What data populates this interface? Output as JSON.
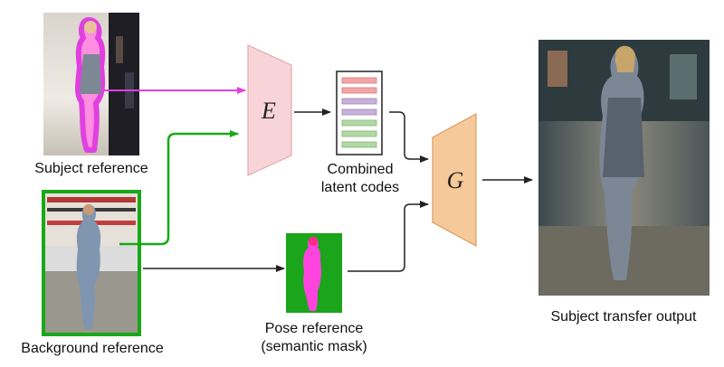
{
  "nodes": {
    "subject_reference": "Subject reference",
    "background_reference": "Background reference",
    "encoder": "E",
    "latent_codes": [
      "Combined",
      "latent codes"
    ],
    "generator": "G",
    "pose_reference": [
      "Pose reference",
      "(semantic mask)"
    ],
    "output": "Subject transfer output"
  },
  "colors": {
    "subject_outline": "#e040e0",
    "background_outline": "#18a818",
    "encoder_fill": "#f8d4d8",
    "generator_fill": "#f6c99a",
    "latent_red": "#f4a6a6",
    "latent_purple": "#c9b0da",
    "latent_green": "#b2d9a4",
    "mask_bg": "#1aa51a",
    "mask_person": "#ff44dd"
  },
  "latent_code_bars": [
    "red",
    "red",
    "purple",
    "purple",
    "green",
    "green",
    "green"
  ]
}
